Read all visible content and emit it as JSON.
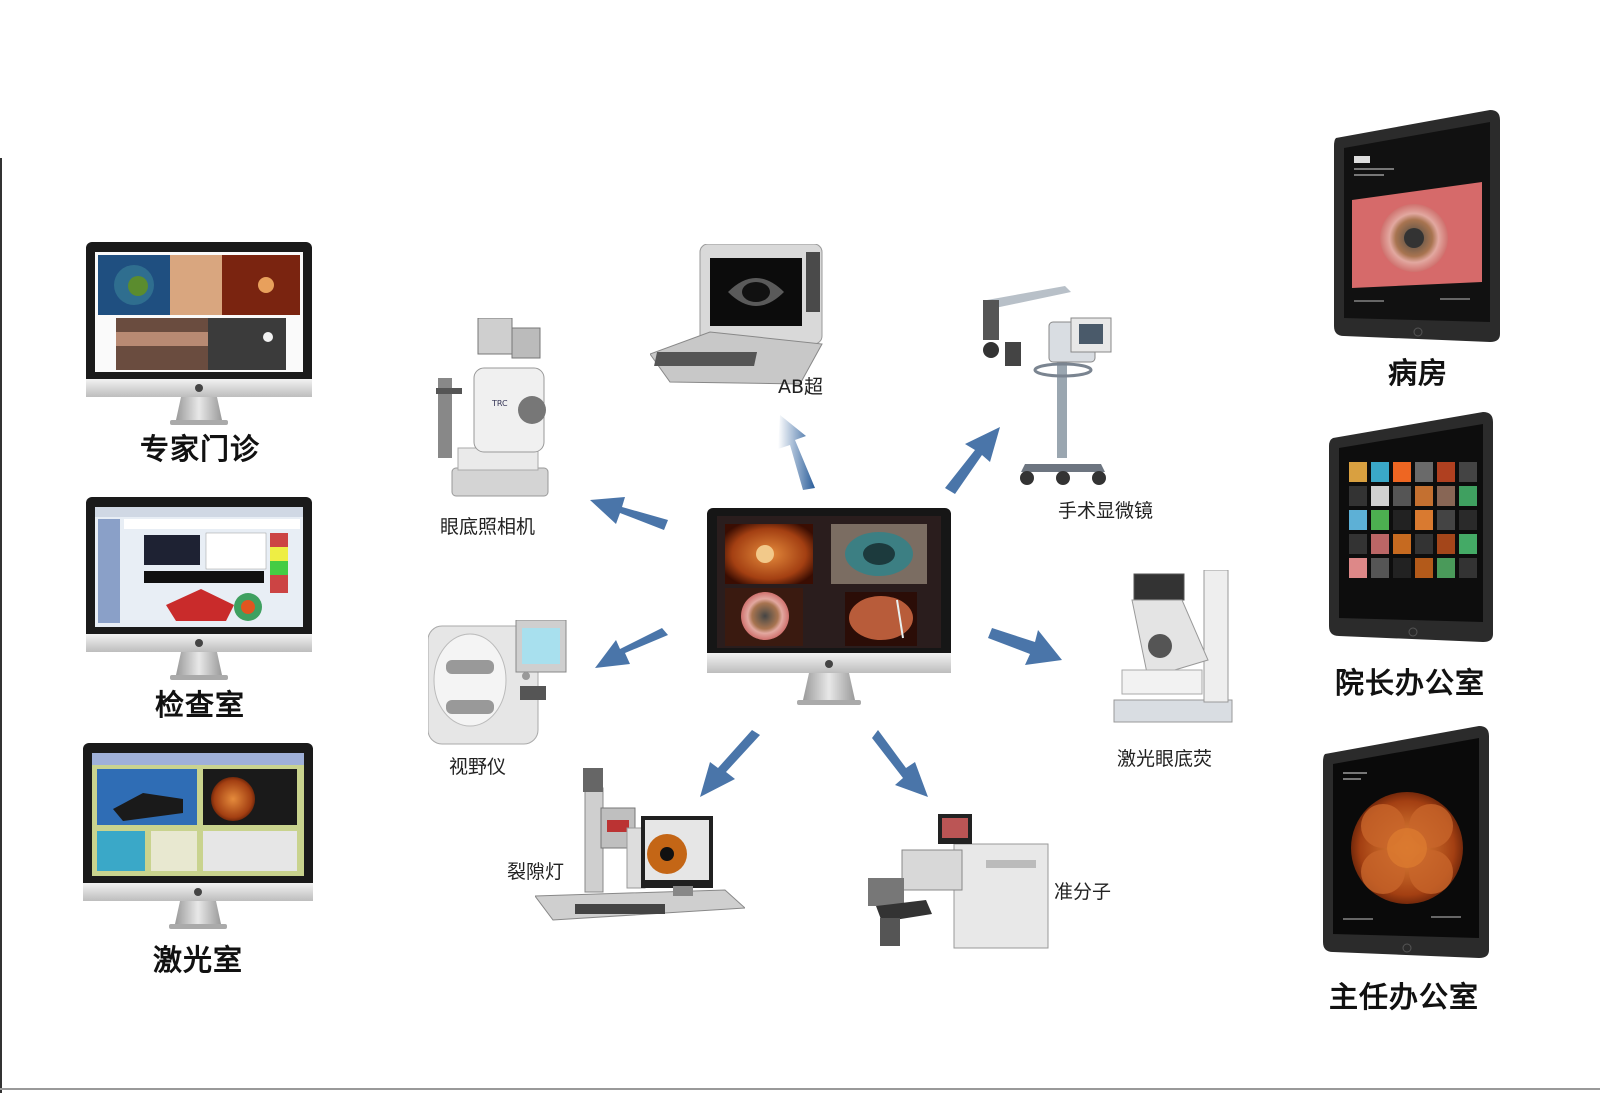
{
  "left_stations": [
    {
      "label": "专家门诊"
    },
    {
      "label": "检查室"
    },
    {
      "label": "激光室"
    }
  ],
  "right_stations": [
    {
      "label": "病房"
    },
    {
      "label": "院长办公室"
    },
    {
      "label": "主任办公室"
    }
  ],
  "devices": {
    "ab_ultrasound": "AB超",
    "fundus_camera": "眼底照相机",
    "surgical_microscope": "手术显微镜",
    "visual_field": "视野仪",
    "laser_angiography": "激光眼底荧",
    "slit_lamp": "裂隙灯",
    "excimer": "准分子"
  },
  "colors": {
    "arrow": "#2a5d9a",
    "screen_dark": "#1b1b1f",
    "fundus": "#b8561f",
    "iris": "#5b7c3a"
  },
  "icons": [
    "apple-logo-icon",
    "arrow-icon"
  ]
}
